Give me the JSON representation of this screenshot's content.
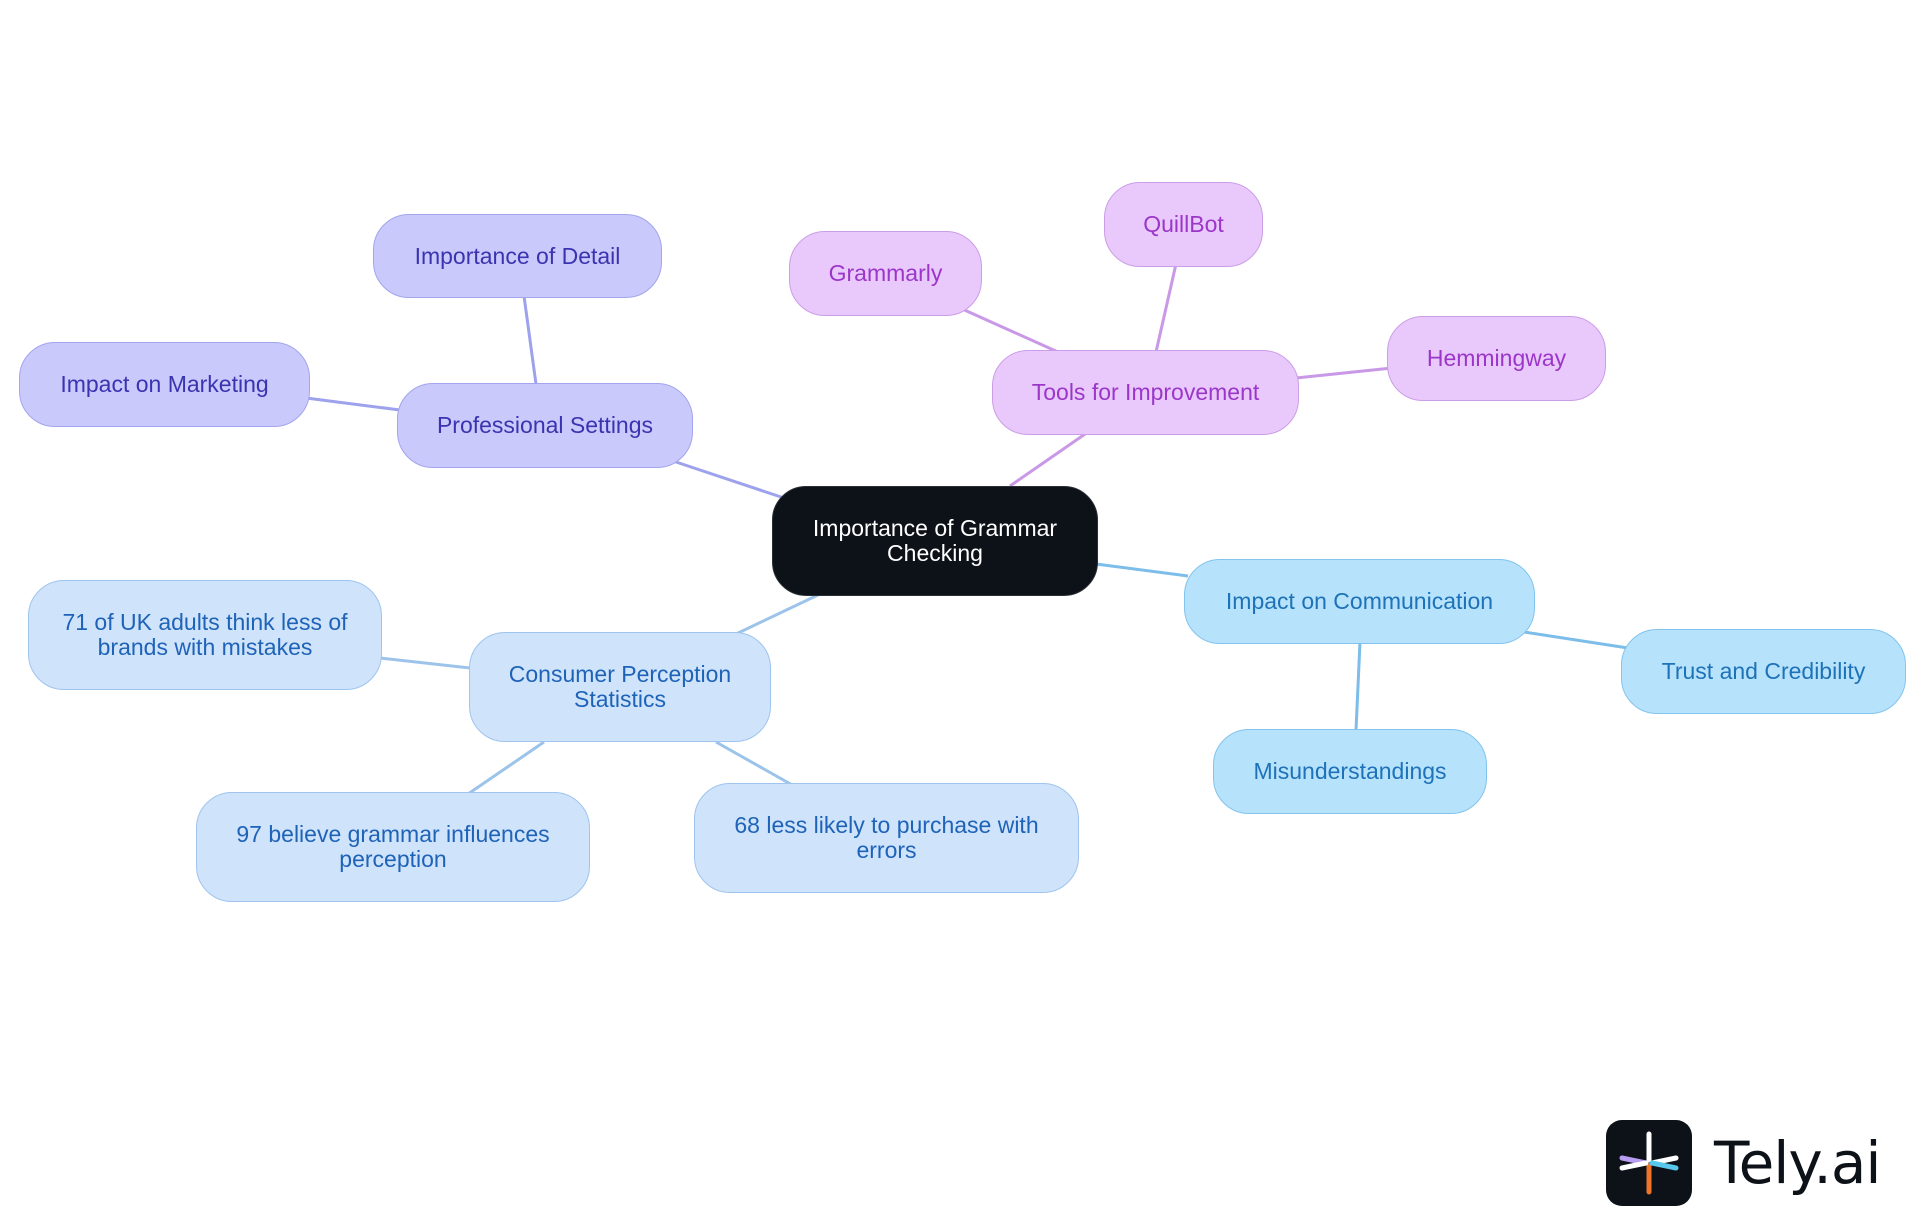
{
  "mindmap": {
    "root": "Importance of Grammar Checking",
    "branches": {
      "professional": {
        "label": "Professional Settings",
        "children": [
          "Importance of Detail",
          "Impact on Marketing"
        ]
      },
      "tools": {
        "label": "Tools for Improvement",
        "children": [
          "Grammarly",
          "QuillBot",
          "Hemmingway"
        ]
      },
      "communication": {
        "label": "Impact on Communication",
        "children": [
          "Trust and Credibility",
          "Misunderstandings"
        ]
      },
      "consumer": {
        "label": "Consumer Perception Statistics",
        "children": [
          "71 of UK adults think less of brands with mistakes",
          "97 believe grammar influences perception",
          "68 less likely to purchase with errors"
        ]
      }
    }
  },
  "colors": {
    "root": "#0d1219",
    "professional": "#c9c9fb",
    "tools": "#e9c9fb",
    "communication": "#b7e2fb",
    "consumer": "#cfe3fb"
  },
  "brand": {
    "logo_icon": "tely-logo-icon",
    "name": "Tely.ai"
  }
}
